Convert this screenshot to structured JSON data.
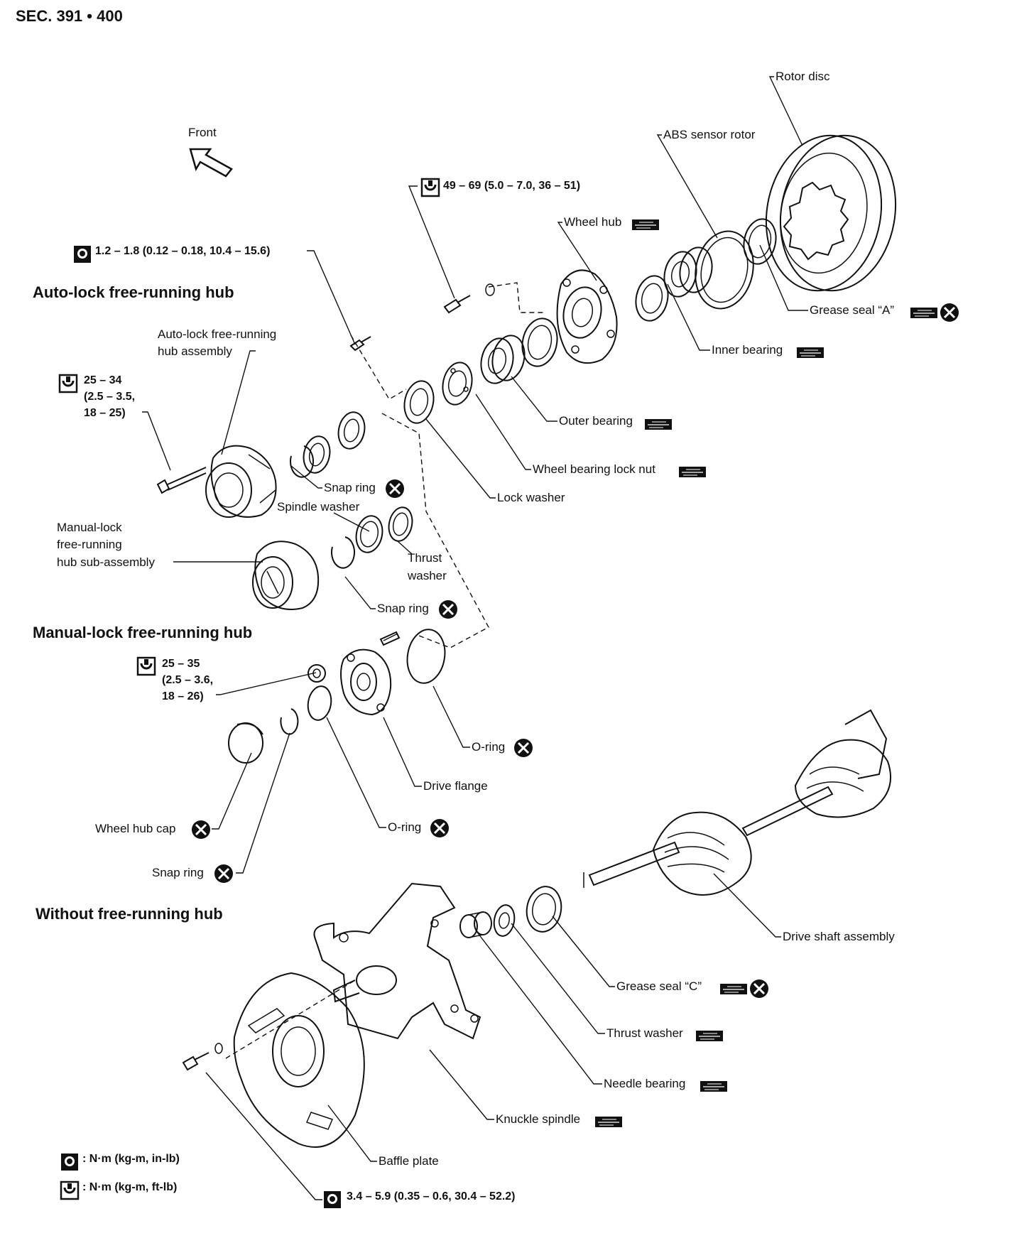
{
  "section": "SEC. 391 • 400",
  "front_label": "Front",
  "headings": {
    "auto_lock": "Auto-lock free-running hub",
    "manual_lock": "Manual-lock free-running hub",
    "without": "Without free-running hub"
  },
  "torques": {
    "wheel_hub_bolt": "49 – 69 (5.0 – 7.0, 36 – 51)",
    "lock_washer_screw": "1.2 – 1.8 (0.12 – 0.18, 10.4 – 15.6)",
    "auto_hub_bolt": [
      "25 – 34",
      "(2.5 – 3.5,",
      "18 – 25)"
    ],
    "manual_hub_nut": [
      "25 – 35",
      "(2.5 – 3.6,",
      "18 – 26)"
    ],
    "baffle_bolt": "3.4 – 5.9 (0.35 – 0.6, 30.4 – 52.2)"
  },
  "parts": {
    "rotor_disc": "Rotor disc",
    "abs_sensor_rotor": "ABS sensor rotor",
    "wheel_hub": "Wheel hub",
    "grease_seal_a": "Grease seal “A”",
    "inner_bearing": "Inner bearing",
    "outer_bearing": "Outer bearing",
    "wheel_bearing_lock_nut": "Wheel bearing lock nut",
    "lock_washer": "Lock washer",
    "auto_hub_assembly": [
      "Auto-lock free-running",
      "hub assembly"
    ],
    "snap_ring": "Snap ring",
    "spindle_washer": "Spindle washer",
    "thrust_washer_upper": [
      "Thrust",
      "washer"
    ],
    "manual_hub_sub": [
      "Manual-lock",
      "free-running",
      "hub sub-assembly"
    ],
    "o_ring": "O-ring",
    "drive_flange": "Drive flange",
    "wheel_hub_cap": "Wheel hub cap",
    "drive_shaft_assembly": "Drive shaft assembly",
    "grease_seal_c": "Grease seal “C”",
    "thrust_washer": "Thrust washer",
    "needle_bearing": "Needle bearing",
    "knuckle_spindle": "Knuckle spindle",
    "baffle_plate": "Baffle plate"
  },
  "legend": {
    "inlb": ": N·m (kg-m, in-lb)",
    "ftlb": ": N·m (kg-m, ft-lb)"
  },
  "icons": [
    "torque-inlb-icon",
    "torque-ftlb-icon",
    "grease-icon",
    "replace-icon",
    "front-arrow-icon"
  ]
}
